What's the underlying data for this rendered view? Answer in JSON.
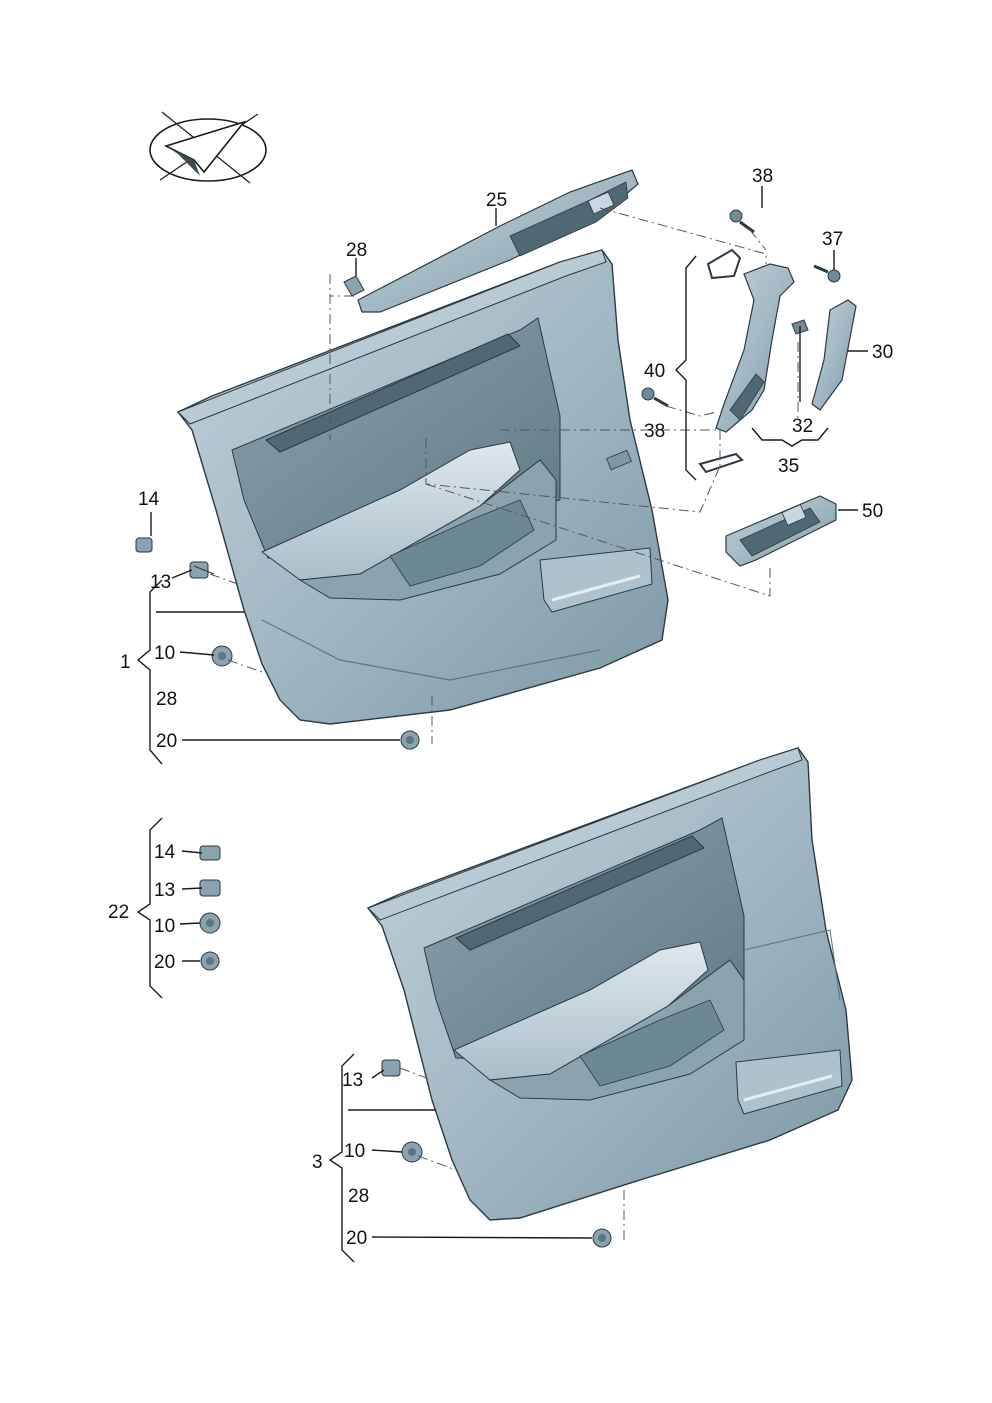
{
  "colors": {
    "panel_fill": "#9fb6c2",
    "panel_dark": "#6f8b99",
    "panel_light": "#c9d7de",
    "panel_shadow": "#5b7582",
    "outline": "#2a3a44",
    "callout_text": "#111111"
  },
  "icons": {
    "orientation": "direction-arrow-icon"
  },
  "callouts": {
    "c1": "1",
    "c3": "3",
    "c22": "22",
    "c10_a": "10",
    "c10_b": "10",
    "c10_c": "10",
    "c13_a": "13",
    "c13_b": "13",
    "c13_c": "13",
    "c14_a": "14",
    "c14_b": "14",
    "c20_a": "20",
    "c20_b": "20",
    "c20_c": "20",
    "c25": "25",
    "c28_top": "28",
    "c28_a": "28",
    "c28_b": "28",
    "c30": "30",
    "c32": "32",
    "c35": "35",
    "c37": "37",
    "c38_top": "38",
    "c38_mid": "38",
    "c40": "40",
    "c50": "50"
  }
}
